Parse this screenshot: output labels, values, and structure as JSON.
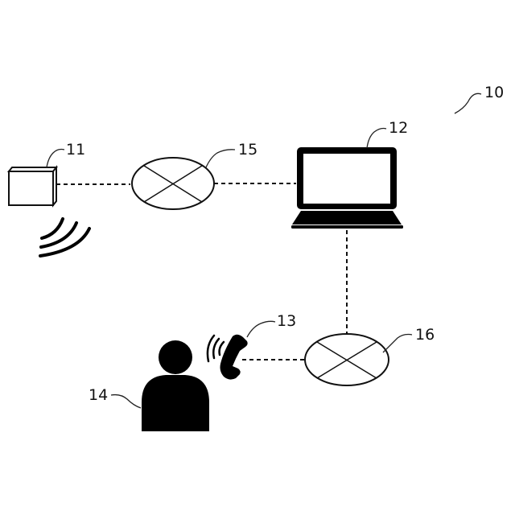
{
  "labels": {
    "system": "10",
    "device": "11",
    "computer": "12",
    "phone": "13",
    "person": "14",
    "network_top": "15",
    "network_bottom": "16"
  },
  "colors": {
    "ink": "#000000",
    "background": "#ffffff"
  },
  "icons": {
    "device": "box-device-icon",
    "computer": "laptop-icon",
    "phone": "telephone-handset-icon",
    "person": "person-silhouette-icon",
    "network": "network-hub-icon",
    "signal": "wireless-signal-icon"
  }
}
